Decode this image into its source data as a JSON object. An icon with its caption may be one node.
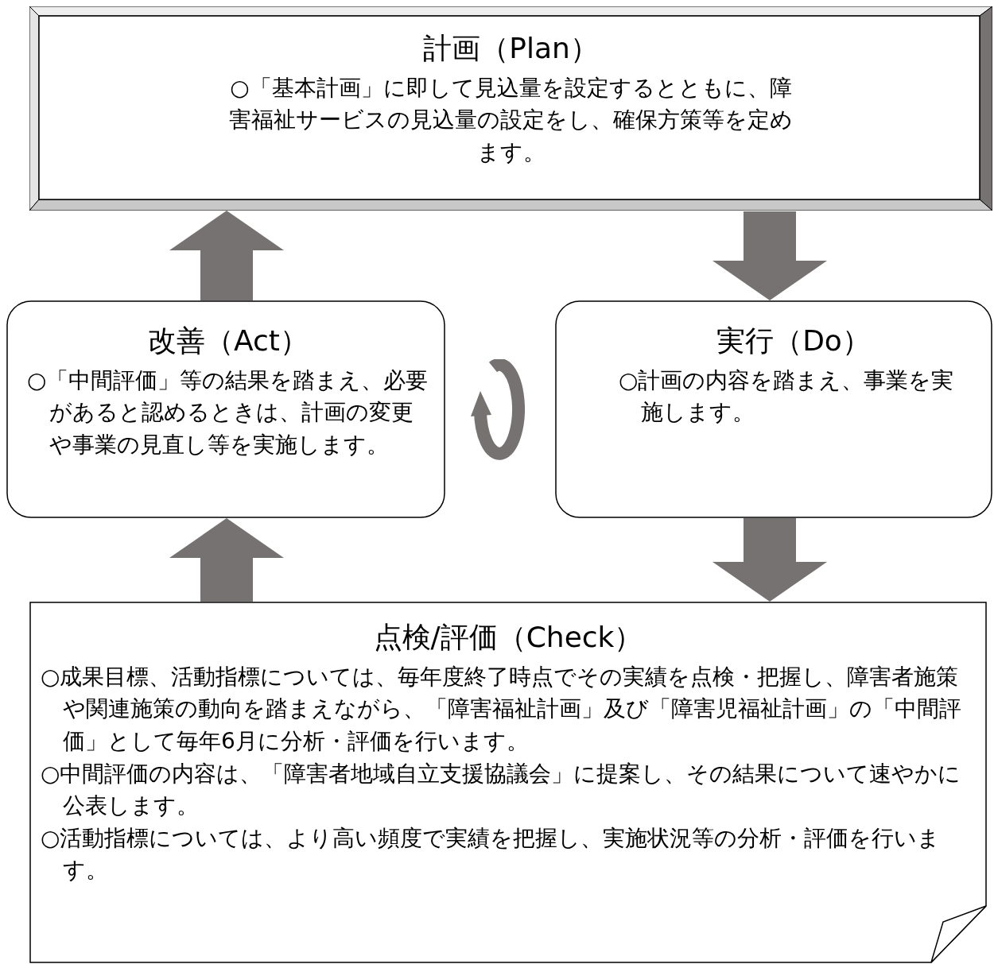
{
  "diagram": {
    "nodes": [
      {
        "text": [
          "計画（Plan）",
          "○「基本計画」に即して見込量を設定するとともに、障害福祉サービスの見込量の設定をし、確保方策等を定めます。"
        ]
      },
      {
        "text": [
          "改善（Act）",
          "○「中間評価」等の結果を踏まえ、必要があると認めるときは、計画の変更や事業の見直し等を実施します。"
        ]
      },
      {
        "text": [
          "実行（Do）",
          "○計画の内容を踏まえ、事業を実施します。"
        ]
      },
      {
        "text": [
          "点検/評価（Check）",
          "○成果目標、活動指標については、毎年度終了時点でその実績を点検・把握し、障害者施策や関連施策の動向を踏まえながら、「障害福祉計画」及び「障害児福祉計画」の「中間評価」として毎年6月に分析・評価を行います。",
          "○中間評価の内容は、「障害者地域自立支援協議会」に提案し、その結果について速やかに公表します。",
          "○活動指標については、より高い頻度で実績を把握し、実施状況等の分析・評価を行います。"
        ]
      }
    ],
    "edges": [
      {
        "from": 0,
        "to": 2,
        "arrow": "to",
        "color": "#777272"
      },
      {
        "from": 2,
        "to": 3,
        "arrow": "to",
        "color": "#777272"
      },
      {
        "from": 3,
        "to": 1,
        "arrow": "to",
        "color": "#777272"
      },
      {
        "from": 1,
        "to": 0,
        "arrow": "to",
        "color": "#777272"
      }
    ]
  }
}
